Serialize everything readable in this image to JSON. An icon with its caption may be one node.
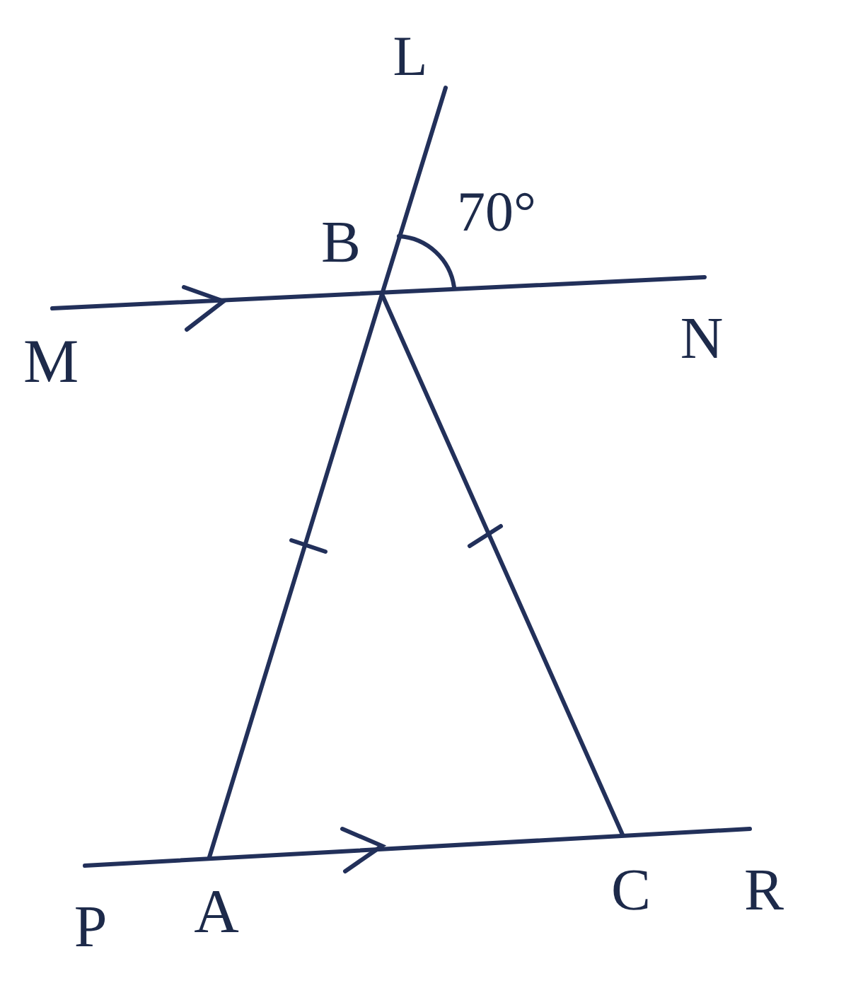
{
  "diagram": {
    "labels": [
      "L",
      "70°",
      "B",
      "M",
      "N",
      "P",
      "A",
      "C",
      "R"
    ]
  }
}
